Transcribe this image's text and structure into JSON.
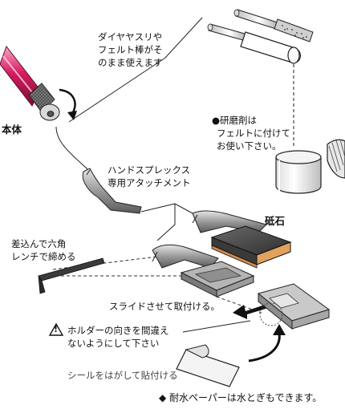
{
  "labels": {
    "usable_tools": [
      "ダイヤヤスリや",
      "フェルト棒がそ",
      "のまま使えます"
    ],
    "body": "本体",
    "compound": [
      "●研磨剤は",
      "フェルトに付けて",
      "お使い下さい。"
    ],
    "attachment": [
      "ハンドスプレックス",
      "専用アタッチメント"
    ],
    "whetstone": "砥石",
    "hex_wrench": [
      "差込んで六角",
      "レンチで締める"
    ],
    "slide": "スライドさせて取付ける。",
    "caution": [
      "ホルダーの向きを間違え",
      "ないようにして下さい"
    ],
    "caution_mark": "!",
    "sticker": "シールをはがして貼付ける",
    "footer": "◆ 耐水ペーパーは水とぎもできます。"
  },
  "colors": {
    "handpiece": "#d81b60",
    "handpiece_dark": "#8e0f3d",
    "handpiece_light": "#f48fb1",
    "stone": "#4a4a4a",
    "stone_base": "#e0a25c",
    "metal": "#8a8a8a",
    "metal_dark": "#555555",
    "line": "#222222"
  }
}
